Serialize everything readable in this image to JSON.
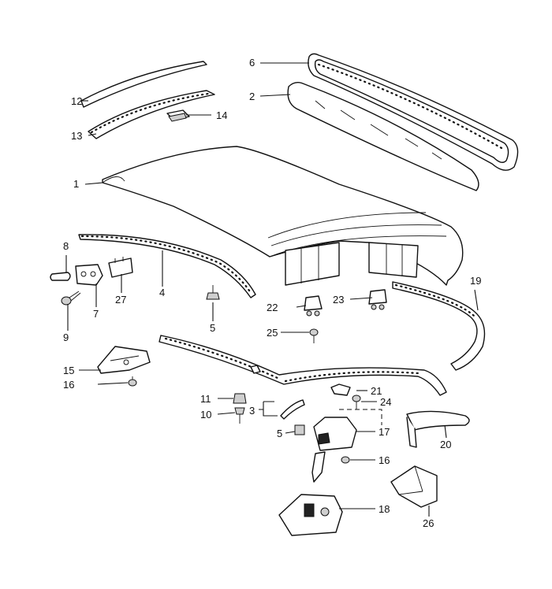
{
  "labels": {
    "l1": "1",
    "l2": "2",
    "l3": "3",
    "l4": "4",
    "l5a": "5",
    "l5b": "5",
    "l6": "6",
    "l7": "7",
    "l8": "8",
    "l9": "9",
    "l10": "10",
    "l11": "11",
    "l12": "12",
    "l13": "13",
    "l14": "14",
    "l15": "15",
    "l16a": "16",
    "l16b": "16",
    "l17": "17",
    "l18": "18",
    "l19": "19",
    "l20": "20",
    "l21": "21",
    "l22": "22",
    "l23": "23",
    "l24": "24",
    "l25": "25",
    "l26": "26",
    "l27": "27"
  }
}
